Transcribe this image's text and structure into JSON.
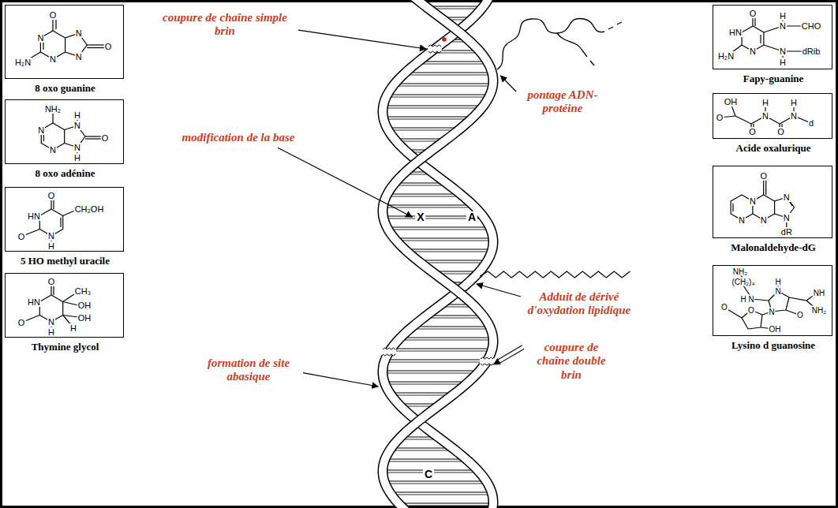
{
  "diagram": {
    "nodes": [
      {
        "text": [
          "O",
          "N",
          "H₂N",
          "N",
          "N",
          "N",
          "O",
          "8 oxo guanine"
        ]
      },
      {
        "text": [
          "O",
          "HN",
          "H",
          "N",
          "CHO",
          "H₂N",
          "N",
          "N",
          "dRib",
          "H",
          "Fapy-guanine"
        ]
      },
      {
        "text": [
          "NH₂",
          "N",
          "N",
          "H",
          "N",
          "N",
          "H",
          "O",
          "8 oxo adénine"
        ]
      },
      {
        "text": [
          "OH",
          "H",
          "H",
          "O",
          "N",
          "N",
          "d",
          "O",
          "O",
          "Acide oxalurique"
        ]
      },
      {
        "text": [
          "O",
          "HN",
          "CH₂OH",
          "O",
          "N",
          "H",
          "5 HO methyl uracile"
        ]
      },
      {
        "text": [
          "O",
          "N",
          "N",
          "N",
          "N",
          "N",
          "dR",
          "Malonaldehyde-dG"
        ]
      },
      {
        "text": [
          "O",
          "HN",
          "CH₃",
          "OH",
          "OH",
          "H",
          "O",
          "N",
          "H",
          "Thymine glycol"
        ]
      },
      {
        "text": [
          "NH₂",
          "(CH₂)₄",
          "H",
          "N",
          "H",
          "N",
          "O",
          "N",
          "NH",
          "NH₂",
          "O",
          "O",
          "OH",
          "Lysino d guanosine"
        ]
      }
    ],
    "labels": [
      "coupure de chaîne simple brin",
      "modification de la base",
      "X",
      "A",
      "pontage ADN-protéine",
      "Adduit de dérivé d'oxydation lipidique",
      "formation de site abasique",
      "coupure de chaîne double brin",
      "C"
    ]
  }
}
